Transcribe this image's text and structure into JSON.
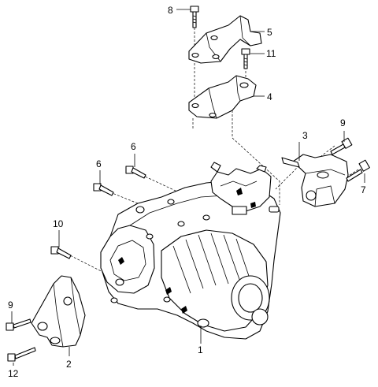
{
  "callouts": [
    {
      "id": "c8",
      "text": "8"
    },
    {
      "id": "c5",
      "text": "5"
    },
    {
      "id": "c11",
      "text": "11"
    },
    {
      "id": "c4",
      "text": "4"
    },
    {
      "id": "c3",
      "text": "3"
    },
    {
      "id": "c9a",
      "text": "9"
    },
    {
      "id": "c7",
      "text": "7"
    },
    {
      "id": "c6a",
      "text": "6"
    },
    {
      "id": "c6b",
      "text": "6"
    },
    {
      "id": "c10",
      "text": "10"
    },
    {
      "id": "c9b",
      "text": "9"
    },
    {
      "id": "c12",
      "text": "12"
    },
    {
      "id": "c2",
      "text": "2"
    },
    {
      "id": "c1",
      "text": "1"
    }
  ]
}
